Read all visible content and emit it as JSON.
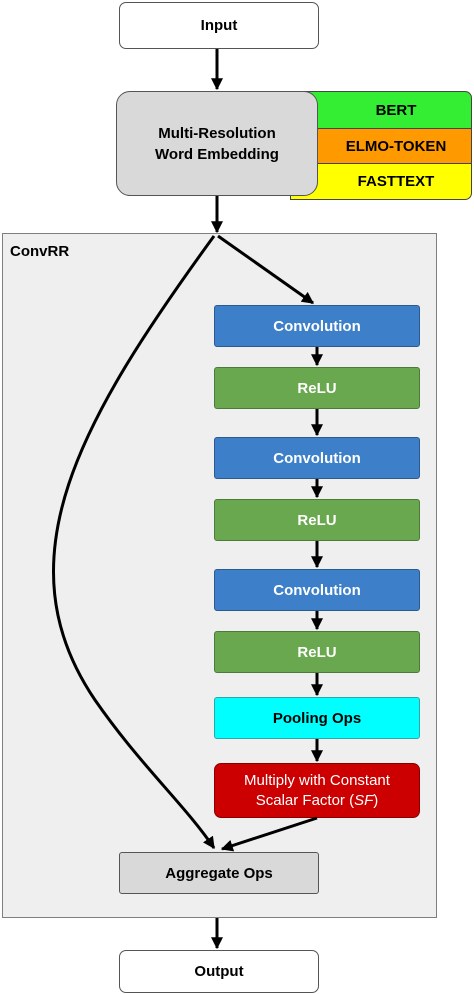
{
  "diagram": {
    "input_label": "Input",
    "embedding_label_line1": "Multi-Resolution",
    "embedding_label_line2": "Word Embedding",
    "embeddings": [
      "BERT",
      "ELMO-TOKEN",
      "FASTTEXT"
    ],
    "panel_label": "ConvRR",
    "blocks": [
      "Convolution",
      "ReLU",
      "Convolution",
      "ReLU",
      "Convolution",
      "ReLU",
      "Pooling Ops"
    ],
    "multiply_line1": "Multiply with Constant",
    "multiply_line2_prefix": "Scalar Factor (",
    "multiply_line2_sf": "SF",
    "multiply_line2_suffix": ")",
    "aggregate_label": "Aggregate Ops",
    "output_label": "Output"
  },
  "colors": {
    "bert": "#33ee33",
    "elmo": "#ff9900",
    "fasttext": "#ffff00",
    "convolution": "#3d7fc9",
    "relu": "#6aa84f",
    "pooling": "#00ffff",
    "multiply": "#cc0000",
    "gray_box": "#d9d9d9",
    "panel": "#efefef"
  }
}
